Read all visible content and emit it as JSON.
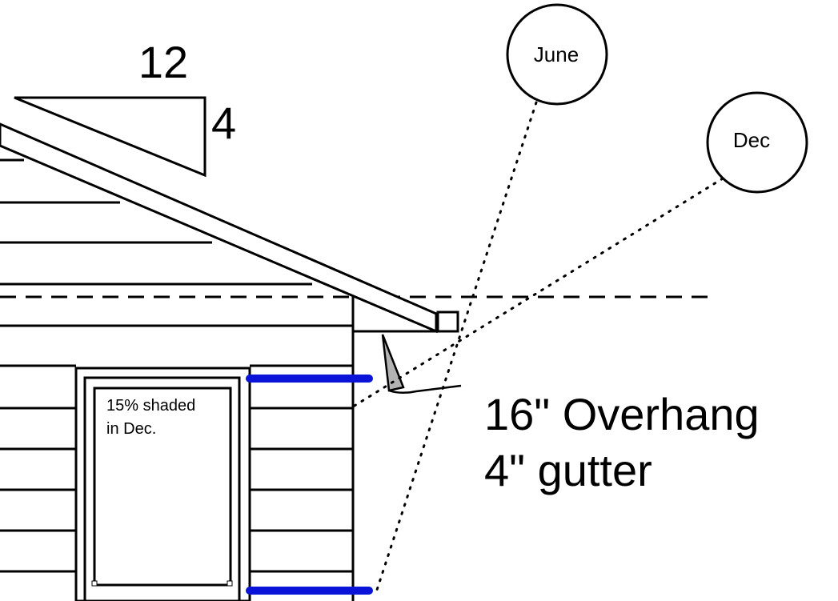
{
  "pitch": {
    "run": "12",
    "rise": "4"
  },
  "sun": {
    "june_label": "June",
    "dec_label": "Dec"
  },
  "window": {
    "note_line1": "15% shaded",
    "note_line2": "in Dec."
  },
  "callout": {
    "line1": "16\" Overhang",
    "line2": "4\" gutter"
  },
  "colors": {
    "line": "#000000",
    "shade_marker": "#0a14d8",
    "drip": "#b3b3b3"
  }
}
